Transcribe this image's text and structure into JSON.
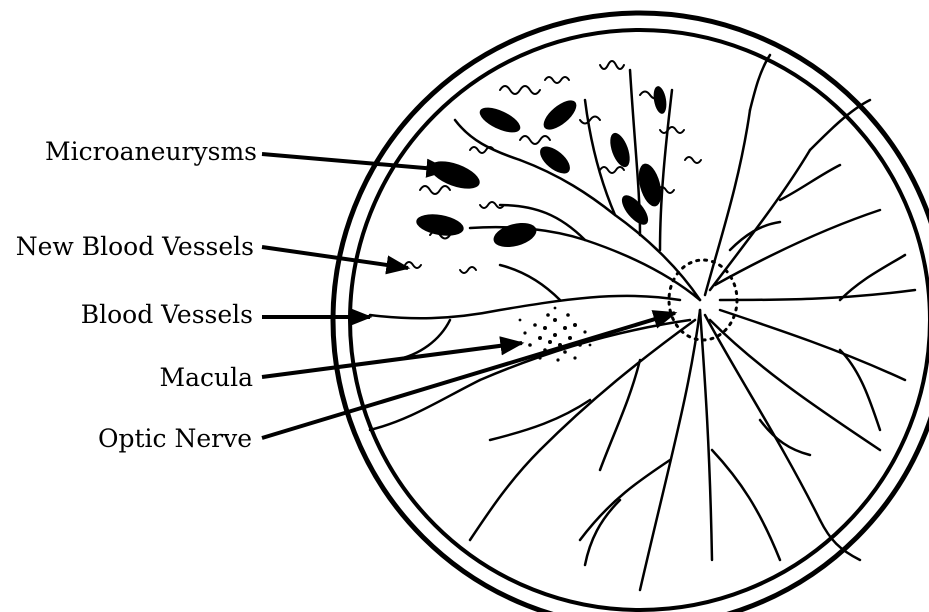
{
  "labels": [
    {
      "name": "microaneurysms-label",
      "text": "Microaneurysms"
    },
    {
      "name": "new-blood-vessels-label",
      "text": "New Blood Vessels"
    },
    {
      "name": "blood-vessels-label",
      "text": "Blood Vessels"
    },
    {
      "name": "macula-label",
      "text": "Macula"
    },
    {
      "name": "optic-nerve-label",
      "text": "Optic Nerve"
    }
  ],
  "colors": {
    "ink": "#000000",
    "paper": "#ffffff"
  }
}
